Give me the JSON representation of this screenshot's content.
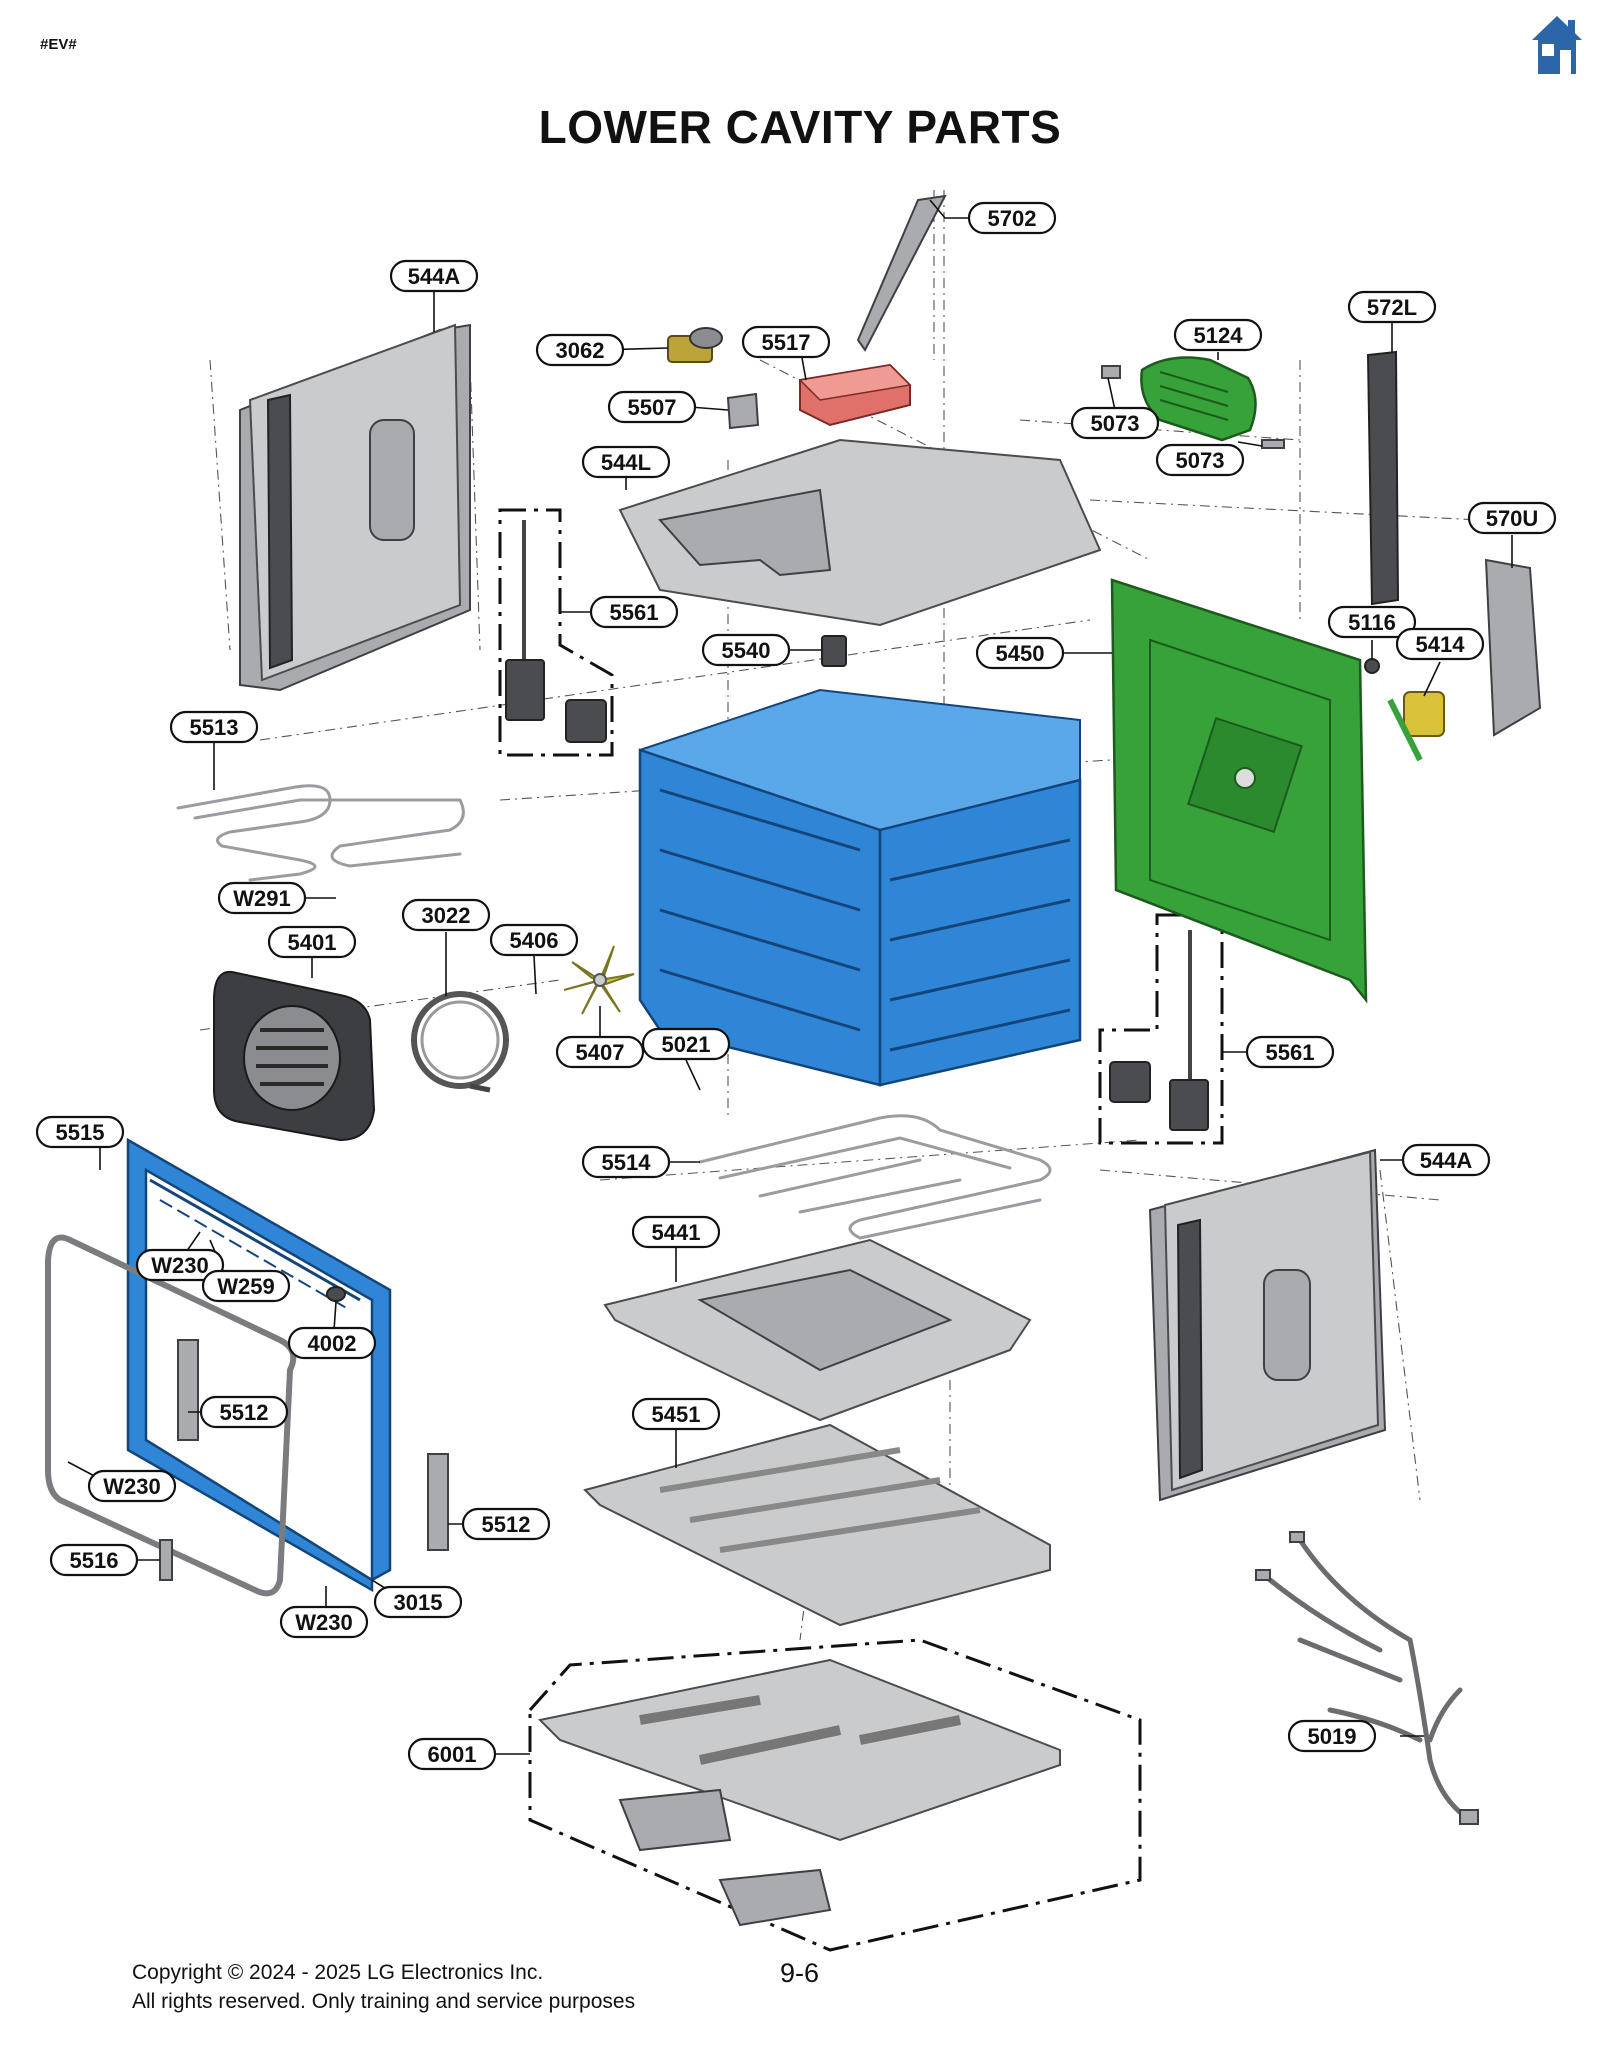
{
  "header": {
    "tag": "#EV#",
    "title": "LOWER CAVITY PARTS"
  },
  "icons": {
    "home": "home-icon"
  },
  "colors": {
    "cavity_blue": "#2f86d6",
    "panel_green": "#37a23a",
    "fan_yellow": "#d4cf3e",
    "box_red": "#e0706a",
    "sheet_gray": "#c9cbcd",
    "home_icon_blue": "#2a66a8"
  },
  "part_labels": [
    {
      "id": "5702",
      "text": "5702"
    },
    {
      "id": "544A-top",
      "text": "544A"
    },
    {
      "id": "3062",
      "text": "3062"
    },
    {
      "id": "5517",
      "text": "5517"
    },
    {
      "id": "5124",
      "text": "5124"
    },
    {
      "id": "572L",
      "text": "572L"
    },
    {
      "id": "5507",
      "text": "5507"
    },
    {
      "id": "5073-a",
      "text": "5073"
    },
    {
      "id": "5073-b",
      "text": "5073"
    },
    {
      "id": "544L",
      "text": "544L"
    },
    {
      "id": "570U",
      "text": "570U"
    },
    {
      "id": "5561-top",
      "text": "5561"
    },
    {
      "id": "5116",
      "text": "5116"
    },
    {
      "id": "5540",
      "text": "5540"
    },
    {
      "id": "5450",
      "text": "5450"
    },
    {
      "id": "5414",
      "text": "5414"
    },
    {
      "id": "5513",
      "text": "5513"
    },
    {
      "id": "W291",
      "text": "W291"
    },
    {
      "id": "3022",
      "text": "3022"
    },
    {
      "id": "5406",
      "text": "5406"
    },
    {
      "id": "5401",
      "text": "5401"
    },
    {
      "id": "5561-bottom",
      "text": "5561"
    },
    {
      "id": "5021",
      "text": "5021"
    },
    {
      "id": "5407",
      "text": "5407"
    },
    {
      "id": "5515",
      "text": "5515"
    },
    {
      "id": "5514",
      "text": "5514"
    },
    {
      "id": "544A-bottom",
      "text": "544A"
    },
    {
      "id": "5441",
      "text": "5441"
    },
    {
      "id": "W230-a",
      "text": "W230"
    },
    {
      "id": "W259",
      "text": "W259"
    },
    {
      "id": "4002",
      "text": "4002"
    },
    {
      "id": "5512-a",
      "text": "5512"
    },
    {
      "id": "5451",
      "text": "5451"
    },
    {
      "id": "W230-b",
      "text": "W230"
    },
    {
      "id": "5512-b",
      "text": "5512"
    },
    {
      "id": "5516",
      "text": "5516"
    },
    {
      "id": "3015",
      "text": "3015"
    },
    {
      "id": "W230-c",
      "text": "W230"
    },
    {
      "id": "6001",
      "text": "6001"
    },
    {
      "id": "5019",
      "text": "5019"
    }
  ],
  "footer": {
    "copyright_line1": "Copyright © 2024 - 2025 LG Electronics Inc.",
    "copyright_line2": "All rights reserved. Only training and service purposes",
    "page_number": "9-6"
  }
}
